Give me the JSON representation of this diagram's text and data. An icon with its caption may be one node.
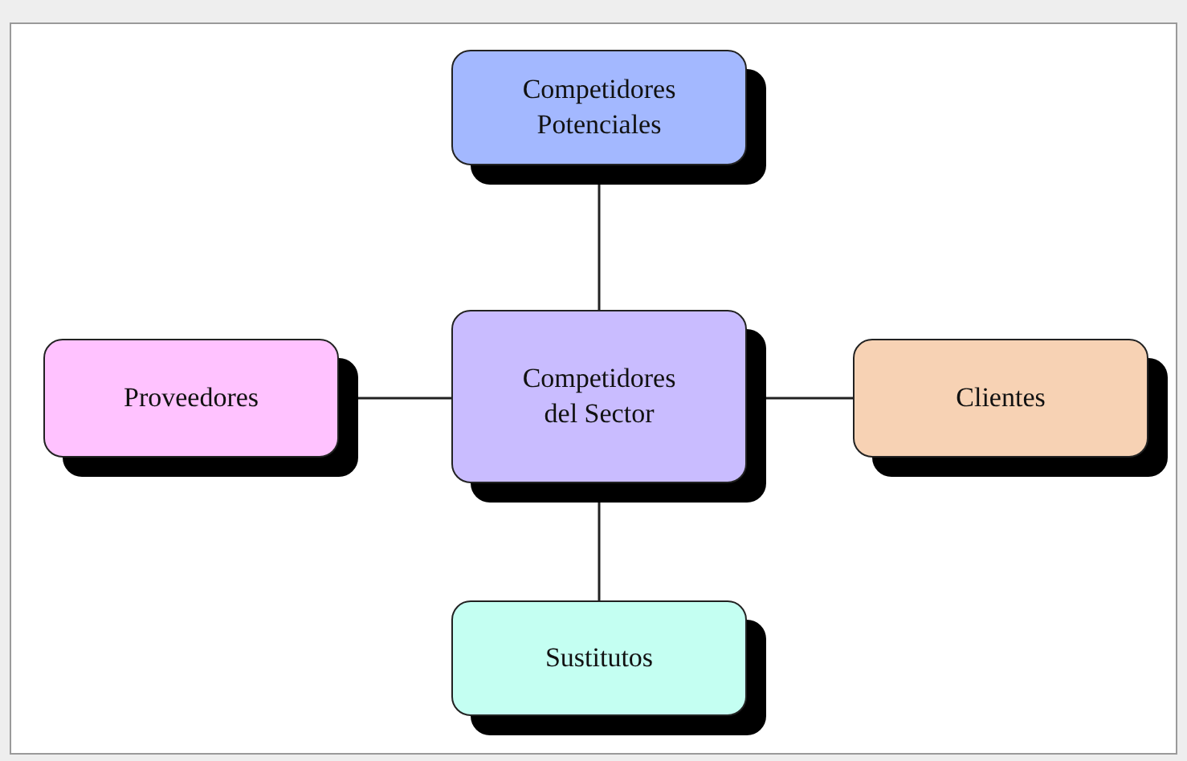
{
  "diagram": {
    "nodes": [
      {
        "text": [
          "Competidores Potenciales"
        ]
      },
      {
        "text": [
          "Proveedores"
        ]
      },
      {
        "text": [
          "Competidores del Sector"
        ]
      },
      {
        "text": [
          "Clientes"
        ]
      },
      {
        "text": [
          "Sustitutos"
        ]
      }
    ],
    "edges": [
      {
        "from": 0,
        "to": 2,
        "arrow": "none"
      },
      {
        "from": 1,
        "to": 2,
        "arrow": "none"
      },
      {
        "from": 2,
        "to": 3,
        "arrow": "none"
      },
      {
        "from": 2,
        "to": 4,
        "arrow": "none"
      }
    ]
  }
}
